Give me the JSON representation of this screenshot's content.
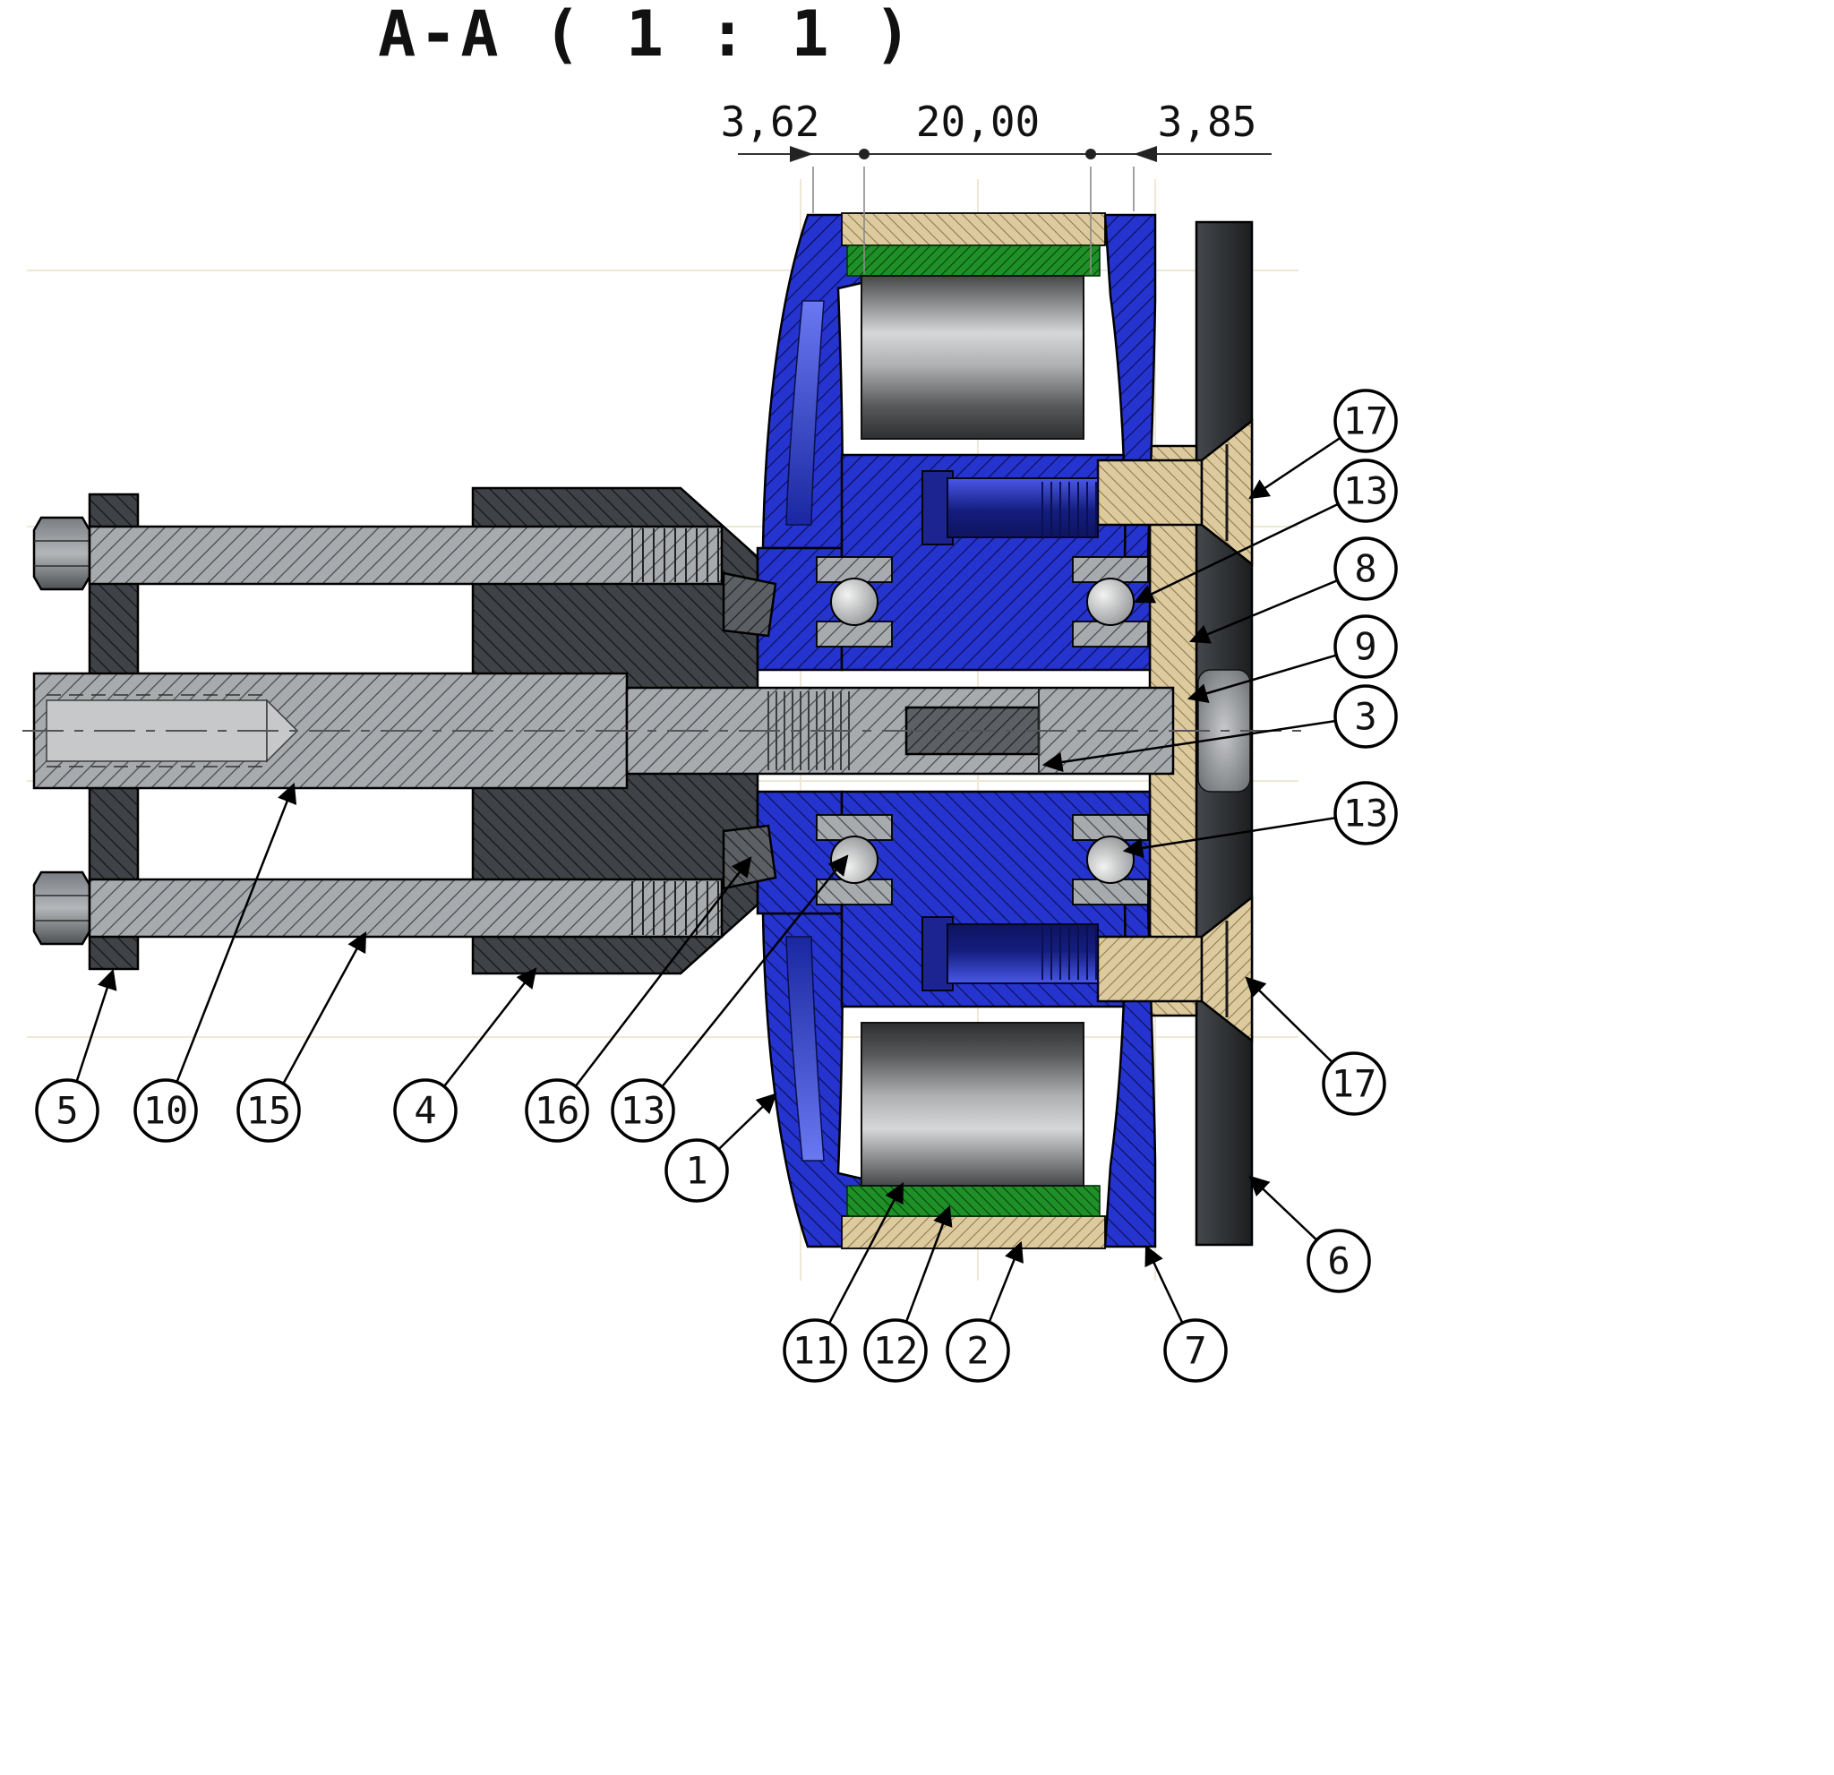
{
  "drawing": {
    "title": "A-A ( 1 : 1 )"
  },
  "dimensions": {
    "left": "3,62",
    "middle": "20,00",
    "right": "3,85"
  },
  "callouts": {
    "c17_top": "17",
    "c13_upper": "13",
    "c8": "8",
    "c9": "9",
    "c3": "3",
    "c13_right": "13",
    "c5": "5",
    "c10": "10",
    "c15": "15",
    "c4": "4",
    "c16": "16",
    "c13_lower": "13",
    "c1": "1",
    "c11": "11",
    "c12": "12",
    "c2": "2",
    "c7": "7",
    "c17_bottom": "17",
    "c6": "6"
  },
  "colors": {
    "rotor_blue": "#2634cf",
    "steel_gray": "#a8abae",
    "dark_steel": "#3f4246",
    "hub_tan": "#ddca9f",
    "adhesive_green": "#1f9027",
    "plate_dark": "#26282b"
  }
}
